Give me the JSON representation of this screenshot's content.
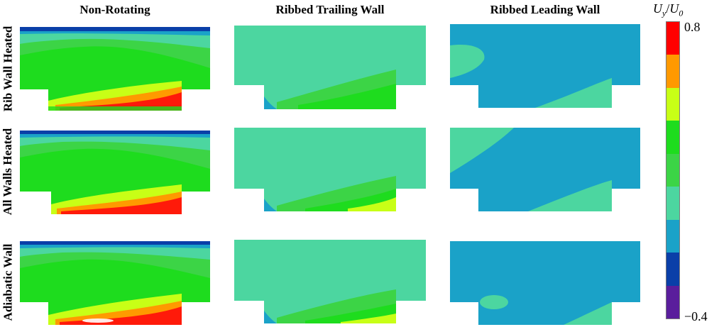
{
  "columns": [
    "Non-Rotating",
    "Ribbed Trailing Wall",
    "Ribbed Leading Wall"
  ],
  "rows": [
    "Rib Wall Heated",
    "All Walls Heated",
    "Adiabatic Wall"
  ],
  "colorbar": {
    "title": "U_y/U_0",
    "title_main": "U",
    "title_sub1": "y",
    "title_sep": "/",
    "title_main2": "U",
    "title_sub2": "0",
    "max_label": "0.8",
    "min_label": "−0.4",
    "levels": [
      "#ff0000",
      "#ff9900",
      "#c8ff16",
      "#1edc1e",
      "#3cd446",
      "#4cd6a0",
      "#1aa2c8",
      "#0a3fa8",
      "#5a1e9c"
    ]
  },
  "colors": {
    "red": "#ff1a0a",
    "orange": "#ff9a00",
    "yellow": "#c8ff16",
    "green": "#1edc1e",
    "green2": "#3cd446",
    "teal": "#4cd6a0",
    "blue": "#1aa2c8",
    "darkblue": "#0a3fa8",
    "purple": "#5a1e9c"
  }
}
